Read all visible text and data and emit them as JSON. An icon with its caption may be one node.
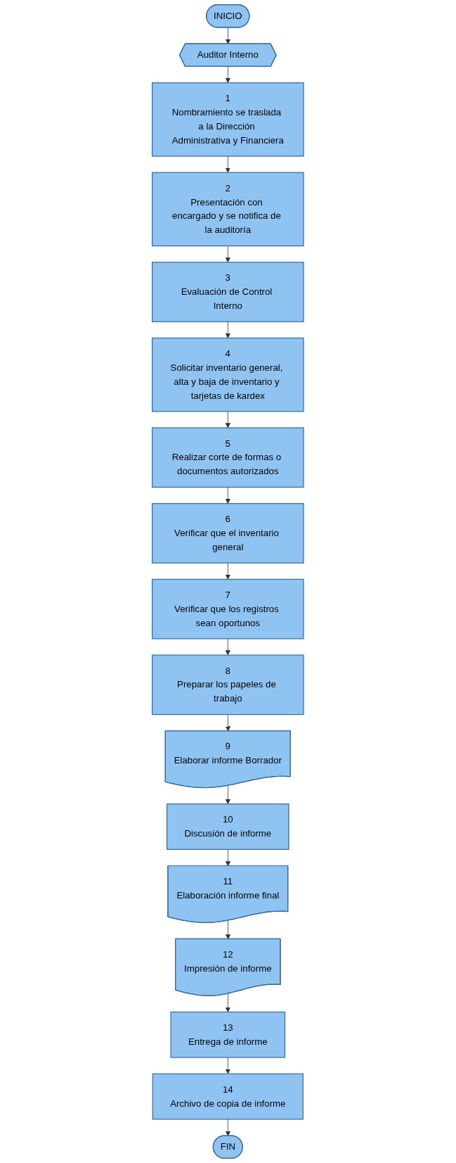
{
  "diagram": {
    "nodes": [
      {
        "text": [
          "INICIO"
        ]
      },
      {
        "text": [
          "Auditor Interno"
        ]
      },
      {
        "text": [
          "1",
          "Nombramiento se traslada a la Dirección Administrativa y Financiera"
        ]
      },
      {
        "text": [
          "2",
          "Presentación con encargado y se notifica de la auditoría"
        ]
      },
      {
        "text": [
          "3",
          "Evaluación de Control Interno"
        ]
      },
      {
        "text": [
          "4",
          "Solicitar inventario general, alta y baja de inventario y tarjetas de kardex"
        ]
      },
      {
        "text": [
          "5",
          "Realizar corte de formas o documentos autorizados"
        ]
      },
      {
        "text": [
          "6",
          "Verificar que el inventario general"
        ]
      },
      {
        "text": [
          "7",
          "Verificar que los registros sean oportunos"
        ]
      },
      {
        "text": [
          "8",
          "Preparar los papeles de trabajo"
        ]
      },
      {
        "text": [
          "9",
          "Elaborar informe Borrador"
        ]
      },
      {
        "text": [
          "10",
          "Discusión de informe"
        ]
      },
      {
        "text": [
          "11",
          "Elaboración informe final"
        ]
      },
      {
        "text": [
          "12",
          "Impresión de informe"
        ]
      },
      {
        "text": [
          "13",
          "Entrega de informe"
        ]
      },
      {
        "text": [
          "14",
          "Archivo de copia de informe"
        ]
      },
      {
        "text": [
          "FIN"
        ]
      }
    ],
    "edges": [
      {
        "from": 0,
        "to": 1,
        "arrow": "to"
      },
      {
        "from": 1,
        "to": 2,
        "arrow": "to"
      },
      {
        "from": 2,
        "to": 3,
        "arrow": "to"
      },
      {
        "from": 3,
        "to": 4,
        "arrow": "to"
      },
      {
        "from": 4,
        "to": 5,
        "arrow": "to"
      },
      {
        "from": 5,
        "to": 6,
        "arrow": "to"
      },
      {
        "from": 6,
        "to": 7,
        "arrow": "to"
      },
      {
        "from": 7,
        "to": 8,
        "arrow": "to"
      },
      {
        "from": 8,
        "to": 9,
        "arrow": "to"
      },
      {
        "from": 9,
        "to": 10,
        "arrow": "to"
      },
      {
        "from": 10,
        "to": 11,
        "arrow": "to"
      },
      {
        "from": 11,
        "to": 12,
        "arrow": "to"
      },
      {
        "from": 12,
        "to": 13,
        "arrow": "to"
      },
      {
        "from": 13,
        "to": 14,
        "arrow": "to"
      },
      {
        "from": 14,
        "to": 15,
        "arrow": "to"
      },
      {
        "from": 15,
        "to": 16,
        "arrow": "to"
      }
    ]
  }
}
